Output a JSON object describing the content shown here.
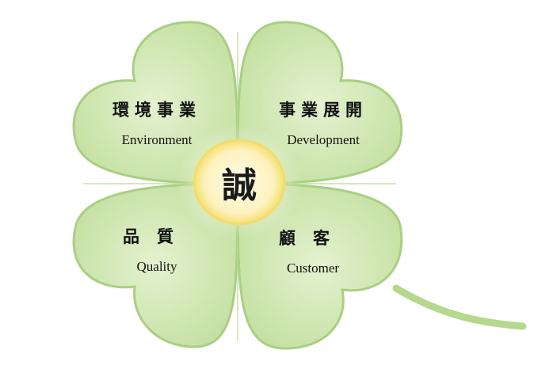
{
  "center": {
    "text": "誠",
    "fill": "#fdf4c4",
    "ring": "#f6e27a"
  },
  "leaves": {
    "top_left": {
      "jp": "環境事業",
      "en": "Environment"
    },
    "top_right": {
      "jp": "事業展開",
      "en": "Development"
    },
    "bottom_left": {
      "jp": "品質",
      "en": "Quality"
    },
    "bottom_right": {
      "jp": "顧客",
      "en": "Customer"
    }
  },
  "colors": {
    "leaf_fill": "#c9e3a6",
    "leaf_highlight": "#e4f2cf",
    "leaf_outline": "#a9cf82",
    "stem": "#b5d88e"
  }
}
